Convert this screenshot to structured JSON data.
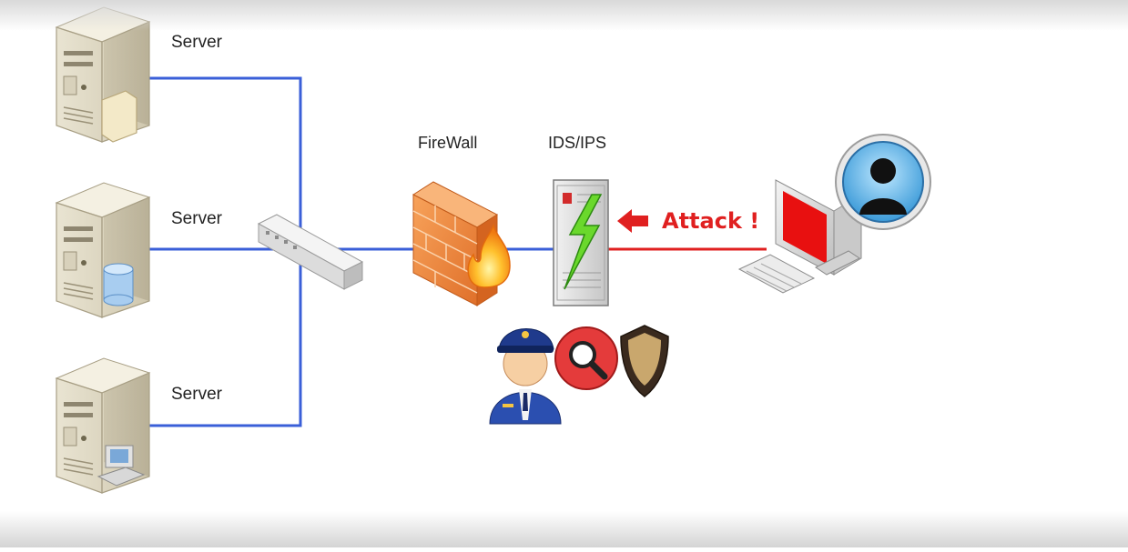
{
  "diagram": {
    "servers": [
      {
        "label": "Server"
      },
      {
        "label": "Server"
      },
      {
        "label": "Server"
      }
    ],
    "firewall": {
      "label": "FireWall"
    },
    "ids_ips": {
      "label": "IDS/IPS"
    },
    "attack": {
      "label": "Attack !",
      "color": "#e02020"
    },
    "colors": {
      "network_line": "#3a5fd8",
      "attack_line": "#e02020",
      "firewall_brick": "#f08a3c",
      "monitor_screen": "#e81010"
    },
    "icons": [
      "server-icon",
      "switch-icon",
      "firewall-icon",
      "ids-ips-icon",
      "attacker-computer-icon",
      "user-avatar-icon",
      "police-officer-icon",
      "magnifier-icon",
      "shield-icon"
    ]
  }
}
